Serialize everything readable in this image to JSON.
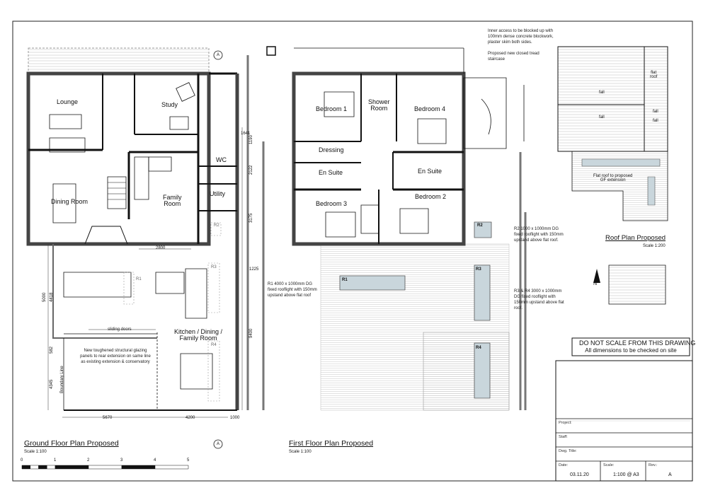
{
  "ground_floor": {
    "title": "Ground Floor Plan Proposed",
    "scale": "Scale 1:100",
    "rooms": {
      "lounge": "Lounge",
      "study": "Study",
      "wc": "WC",
      "dining": "Dining Room",
      "family": "Family\nRoom",
      "utility": "Utility",
      "kitchen": "Kitchen / Dining /\nFamily Room"
    },
    "notes": {
      "sliding_doors": "sliding doors",
      "glazing": "New toughened structural glazing panels to rear extension on same line as existing extension & conservatory",
      "boundary": "Boundary Line"
    },
    "dims": {
      "d1641": "1641",
      "d1190": "1190",
      "d2122": "2122",
      "d3175": "3175",
      "d1225": "1225",
      "d9400": "9400",
      "d2800": "2800",
      "d5000": "5000",
      "d4418": "4418",
      "d582": "582",
      "d4345": "4345",
      "d5670": "5670",
      "d4200": "4200",
      "d1000": "1000"
    },
    "rooflight_tags": {
      "r1": "R1",
      "r2": "R2",
      "r3": "R3",
      "r4": "R4"
    },
    "section_marker": "A"
  },
  "first_floor": {
    "title": "First Floor Plan Proposed",
    "scale": "Scale 1:100",
    "rooms": {
      "bed1": "Bedroom 1",
      "shower": "Shower\nRoom",
      "bed4": "Bedroom 4",
      "dressing": "Dressing",
      "ensuite1": "En Suite",
      "ensuite2": "En Suite",
      "bed3": "Bedroom 3",
      "bed2": "Bedroom 2"
    },
    "notes": {
      "inner_access": "Inner access to be blocked up with 100mm dense concrete blockwork, plaster skim both sides.",
      "staircase": "Proposed new closed tread staircase",
      "r1": "R1 4000 x 1000mm DG fixed rooflight with 150mm upstand above flat roof",
      "r2": "R2 1000 x 1000mm DG fixed rooflight with 150mm upstand above flat roof.",
      "r3r4": "R3 & R4 3000 x 1000mm DG fixed rooflight with 150mm upstand above flat roof."
    },
    "rooflight_tags": {
      "r1": "R1",
      "r2": "R2",
      "r3": "R3",
      "r4": "R4"
    }
  },
  "roof_plan": {
    "title": "Roof Plan Proposed",
    "scale": "Scale 1:200",
    "labels": {
      "flat_roof": "flat\nroof",
      "fall": "fall",
      "flat_roof_note": "Flat roof to proposed\nGF extension"
    }
  },
  "north": "N",
  "warning": {
    "line1": "DO NOT SCALE FROM THIS DRAWING",
    "line2": "All dimensions to be checked on site"
  },
  "scale_bar": {
    "ticks": [
      "0",
      "1",
      "2",
      "3",
      "4",
      "5"
    ]
  },
  "title_block": {
    "project_label": "Project:",
    "staff_label": "Staff:",
    "dwg_title_label": "Dwg. Title:",
    "date_label": "Date:",
    "date_value": "03.11.20",
    "scale_label": "Scale:",
    "scale_value": "1:100 @ A3",
    "rev_label": "Rev.:",
    "rev_value": "A"
  }
}
